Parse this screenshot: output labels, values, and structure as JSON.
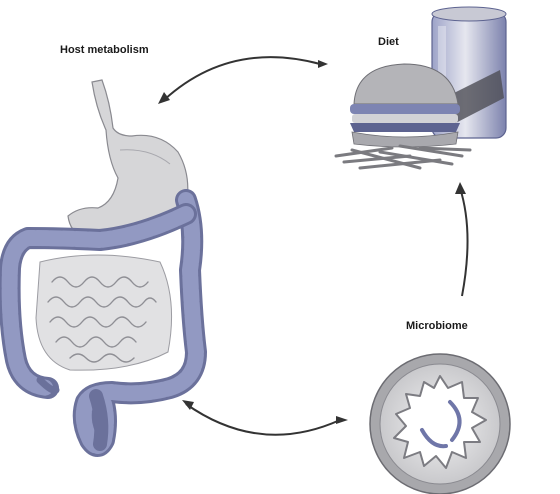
{
  "labels": {
    "host": "Host metabolism",
    "diet": "Diet",
    "microbiome": "Microbiome"
  },
  "colors": {
    "gray_fill": "#d6d6d8",
    "gray_mid": "#b8b8bc",
    "gray_dark": "#7c7c82",
    "blue_fill": "#8e95bd",
    "blue_dark": "#5d6390",
    "arrow": "#333333"
  },
  "icons": {
    "host": "digestive-system-icon",
    "diet": "burger-fries-soda-icon",
    "microbiome": "intestine-cross-section-icon"
  }
}
